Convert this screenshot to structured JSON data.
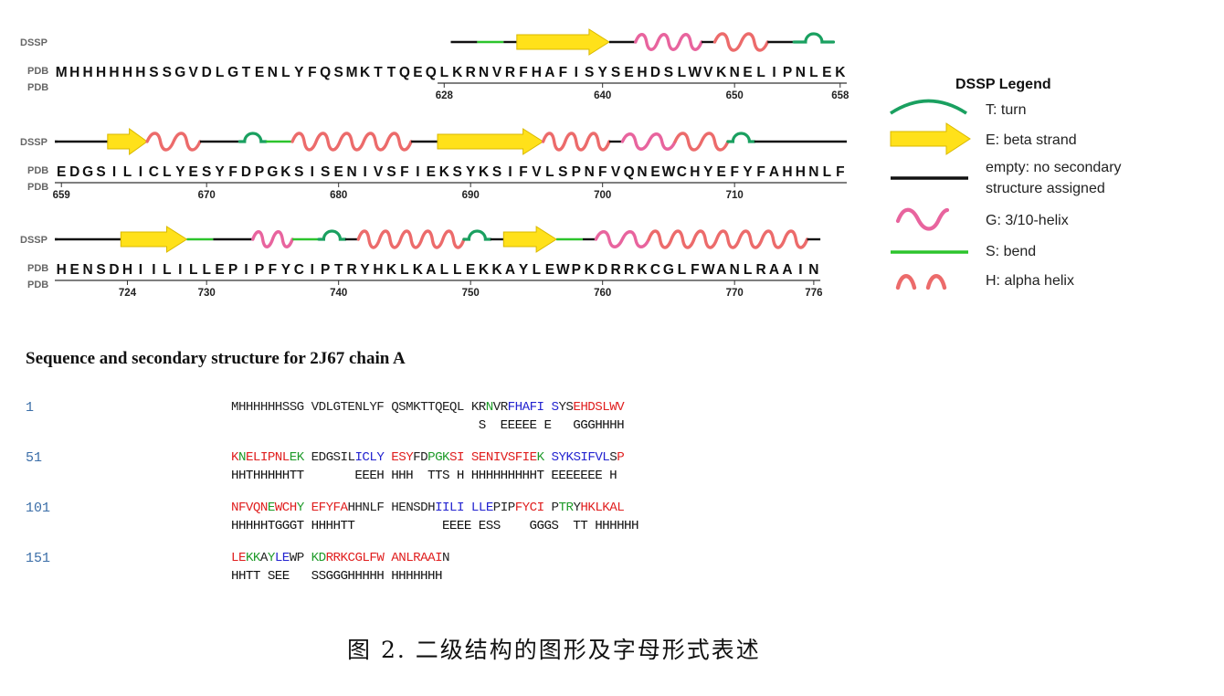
{
  "labels": {
    "dssp": "DSSP",
    "pdb": "PDB"
  },
  "rows": [
    {
      "seq": "MHHHHHHSSGVDLGTENLYFQSMKTTQEQLKRNVRFHAFISYSEHDSLWVKNELIPNLEK",
      "ticks": [
        {
          "label": "628",
          "idx": 29
        },
        {
          "label": "640",
          "idx": 41
        },
        {
          "label": "650",
          "idx": 51
        },
        {
          "label": "658",
          "idx": 59
        }
      ],
      "ss": "------------------------------CCSSCEEEEEEECCGGGGGCHHHHCCTTT"
    },
    {
      "seq": "EDGSILICLYESYFDPGKSISENIVSFIEKSYKSIFVLSPNFVQNEWCHYEFYFAHHNLF",
      "ticks": [
        {
          "label": "659",
          "idx": 0
        },
        {
          "label": "670",
          "idx": 11
        },
        {
          "label": "680",
          "idx": 21
        },
        {
          "label": "690",
          "idx": 31
        },
        {
          "label": "700",
          "idx": 41
        },
        {
          "label": "710",
          "idx": 51
        }
      ],
      "ss": "CCCCEEEHHHHCCCTTSSHHHHHHHHHCCEEEEEEEEHHHHHCGGGGHHHHTTCCCCCCC"
    },
    {
      "seq": "HENSDHIILILLEPIPFYCIPTRYHKLKALLEKKAYLEWPKDRRKCGLFWANLRAAIN",
      "ticks": [
        {
          "label": "724",
          "idx": 5
        },
        {
          "label": "730",
          "idx": 11
        },
        {
          "label": "740",
          "idx": 21
        },
        {
          "label": "750",
          "idx": 31
        },
        {
          "label": "760",
          "idx": 41
        },
        {
          "label": "770",
          "idx": 51
        },
        {
          "label": "776",
          "idx": 57
        }
      ],
      "ss": "CCCCCEEEEESSCCCGGGSSTTCHHHHHHHHTTCEEEESSCGGGGHHHHHHHHHHHHC"
    }
  ],
  "legend": {
    "title": "DSSP Legend",
    "items": [
      {
        "key": "T",
        "text": "T: turn"
      },
      {
        "key": "E",
        "text": "E: beta strand"
      },
      {
        "key": "C",
        "text": "empty: no secondary",
        "text2": "structure assigned"
      },
      {
        "key": "G",
        "text": "G: 3/10-helix"
      },
      {
        "key": "S",
        "text": "S: bend"
      },
      {
        "key": "H",
        "text": "H: alpha helix"
      }
    ]
  },
  "sequence_panel": {
    "title": "Sequence and secondary structure for 2J67 chain A",
    "blocks": [
      {
        "num": "1",
        "seq_groups": [
          [
            {
              "t": "MHHHHHHSSG",
              "c": "k"
            }
          ],
          [
            {
              "t": "VDLGTENLYF",
              "c": "k"
            }
          ],
          [
            {
              "t": "QSMKTTQEQL",
              "c": "k"
            }
          ],
          [
            {
              "t": "KR",
              "c": "k"
            },
            {
              "t": "N",
              "c": "g"
            },
            {
              "t": "VR",
              "c": "k"
            },
            {
              "t": "FHAFI",
              "c": "b"
            }
          ],
          [
            {
              "t": "S",
              "c": "b"
            },
            {
              "t": "YS",
              "c": "k"
            },
            {
              "t": "EHDSLWV",
              "c": "r"
            }
          ]
        ],
        "ss": "                                  S  EEEEE E   GGGHHHH"
      },
      {
        "num": "51",
        "seq_groups": [
          [
            {
              "t": "K",
              "c": "r"
            },
            {
              "t": "N",
              "c": "g"
            },
            {
              "t": "ELIPNL",
              "c": "r"
            },
            {
              "t": "EK",
              "c": "g"
            }
          ],
          [
            {
              "t": "EDGSIL",
              "c": "k"
            },
            {
              "t": "ICLY",
              "c": "b"
            }
          ],
          [
            {
              "t": "ESY",
              "c": "r"
            },
            {
              "t": "FD",
              "c": "k"
            },
            {
              "t": "PGK",
              "c": "g"
            },
            {
              "t": "SI",
              "c": "r"
            }
          ],
          [
            {
              "t": "SENIVSFIE",
              "c": "r"
            },
            {
              "t": "K",
              "c": "g"
            }
          ],
          [
            {
              "t": "SYKSIFVL",
              "c": "b"
            },
            {
              "t": "S",
              "c": "k"
            },
            {
              "t": "P",
              "c": "r"
            }
          ]
        ],
        "ss": "HHTHHHHHTT       EEEH HHH  TTS H HHHHHHHHHT EEEEEEE H"
      },
      {
        "num": "101",
        "seq_groups": [
          [
            {
              "t": "NFVQN",
              "c": "r"
            },
            {
              "t": "E",
              "c": "g"
            },
            {
              "t": "WCH",
              "c": "r"
            },
            {
              "t": "Y",
              "c": "g"
            }
          ],
          [
            {
              "t": "EFYFA",
              "c": "r"
            },
            {
              "t": "HHNLF",
              "c": "k"
            }
          ],
          [
            {
              "t": "HENSDH",
              "c": "k"
            },
            {
              "t": "IILI",
              "c": "b"
            }
          ],
          [
            {
              "t": "LLE",
              "c": "b"
            },
            {
              "t": "PIP",
              "c": "k"
            },
            {
              "t": "FYCI",
              "c": "r"
            }
          ],
          [
            {
              "t": "P",
              "c": "k"
            },
            {
              "t": "TR",
              "c": "g"
            },
            {
              "t": "Y",
              "c": "k"
            },
            {
              "t": "HKLKAL",
              "c": "r"
            }
          ]
        ],
        "ss": "HHHHHTGGGT HHHHTT            EEEE ESS    GGGS  TT HHHHHH"
      },
      {
        "num": "151",
        "seq_groups": [
          [
            {
              "t": "LE",
              "c": "r"
            },
            {
              "t": "KK",
              "c": "g"
            },
            {
              "t": "A",
              "c": "k"
            },
            {
              "t": "Y",
              "c": "g"
            },
            {
              "t": "LE",
              "c": "b"
            },
            {
              "t": "WP",
              "c": "k"
            }
          ],
          [
            {
              "t": "KD",
              "c": "g"
            },
            {
              "t": "RRKCGLFW",
              "c": "r"
            }
          ],
          [
            {
              "t": "ANLRAAI",
              "c": "r"
            },
            {
              "t": "N",
              "c": "k"
            }
          ]
        ],
        "ss": "HHTT SEE   SSGGGHHHHH HHHHHHH"
      }
    ]
  },
  "caption": "图 2. 二级结构的图形及字母形式表述",
  "colors": {
    "turn": "#1aa060",
    "strand_fill": "#ffe11a",
    "strand_stroke": "#d9b800",
    "coil": "#111111",
    "helix310": "#e8649e",
    "bend": "#2cc42c",
    "alpha": "#ec6b6b",
    "red": "#e02020",
    "green": "#1f9b2a",
    "blue": "#2424d0",
    "black": "#222222"
  }
}
